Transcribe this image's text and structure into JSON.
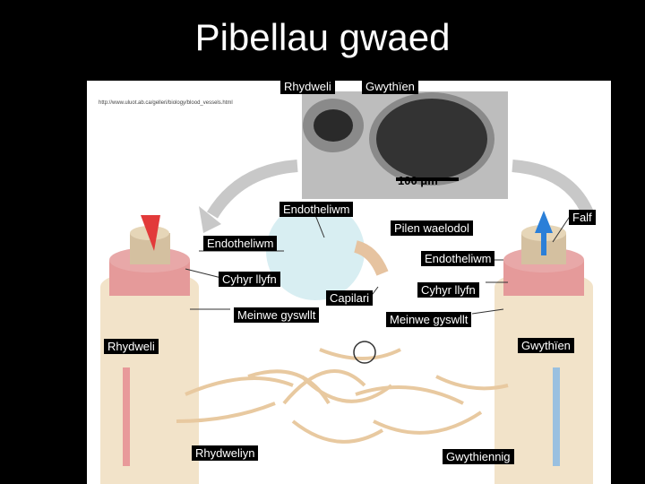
{
  "title": "Pibellau gwaed",
  "source_url": "http://www.uluot.ab.ca/gelleri/biology/blood_vessels.html",
  "labels": {
    "artery_top": "Rhydweli",
    "vein_top": "Gwythïen",
    "endothelium_center": "Endotheliwm",
    "valve": "Falf",
    "basement_membrane": "Pilen waelodol",
    "endothelium_left": "Endotheliwm",
    "endothelium_right": "Endotheliwm",
    "smooth_muscle_left": "Cyhyr llyfn",
    "smooth_muscle_right": "Cyhyr llyfn",
    "capillary": "Capilari",
    "connective_tissue_left": "Meinwe gyswllt",
    "connective_tissue_right": "Meinwe gyswllt",
    "artery_left": "Rhydweli",
    "vein_right": "Gwythïen",
    "arteriole": "Rhydweliyn",
    "venule": "Gwythiennig"
  },
  "scale_bar": "100 μm",
  "colors": {
    "artery_flow": "#e23a3a",
    "vein_flow": "#2b7fd8",
    "tissue": "#f2e3c9",
    "muscle": "#e59a9a"
  }
}
